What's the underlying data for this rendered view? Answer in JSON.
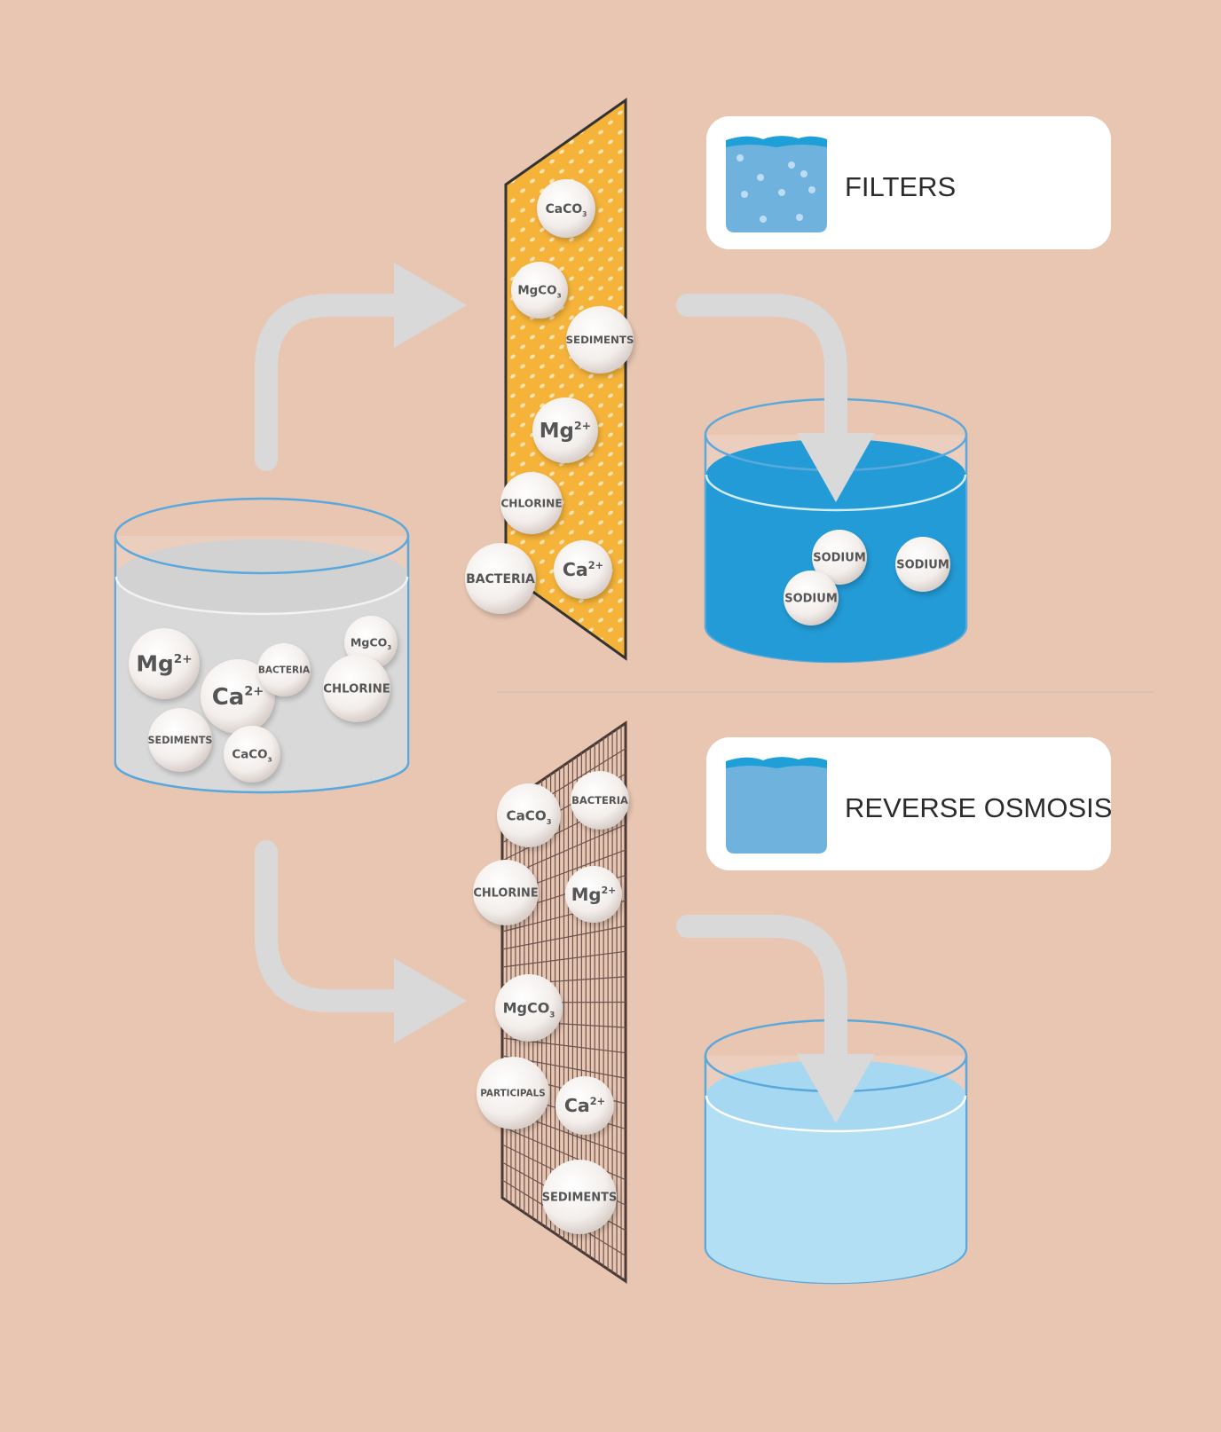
{
  "colors": {
    "background": "#e8c6b2",
    "arrow": "#d9d9d9",
    "filter_orange": "#f5b33a",
    "water_filtered": "#239bd6",
    "water_ro": "#b3dff5",
    "water_source": "#d9d9d9",
    "legend_water": "#6fb2de",
    "legend_water_top": "#1e9fd8",
    "glass_outline": "#5aa8dc",
    "particle": "#f4efec"
  },
  "legend": {
    "filters": {
      "label": "FILTERS",
      "icon": "filter-water-icon"
    },
    "reverse_osmosis": {
      "label": "REVERSE OSMOSIS",
      "icon": "ro-water-icon"
    }
  },
  "source_glass": {
    "particles": [
      {
        "base": "Mg",
        "sup": "2+",
        "sub": ""
      },
      {
        "base": "Ca",
        "sup": "2+",
        "sub": ""
      },
      {
        "base": "BACTERIA",
        "sup": "",
        "sub": ""
      },
      {
        "base": "MgCO",
        "sup": "",
        "sub": "3"
      },
      {
        "base": "CHLORINE",
        "sup": "",
        "sub": ""
      },
      {
        "base": "SEDIMENTS",
        "sup": "",
        "sub": ""
      },
      {
        "base": "CaCO",
        "sup": "",
        "sub": "3"
      }
    ]
  },
  "filter_panel": {
    "particles": [
      {
        "base": "CaCO",
        "sup": "",
        "sub": "3"
      },
      {
        "base": "MgCO",
        "sup": "",
        "sub": "3"
      },
      {
        "base": "SEDIMENTS",
        "sup": "",
        "sub": ""
      },
      {
        "base": "Mg",
        "sup": "2+",
        "sub": ""
      },
      {
        "base": "CHLORINE",
        "sup": "",
        "sub": ""
      },
      {
        "base": "BACTERIA",
        "sup": "",
        "sub": ""
      },
      {
        "base": "Ca",
        "sup": "2+",
        "sub": ""
      }
    ]
  },
  "filtered_glass": {
    "particles": [
      {
        "base": "SODIUM",
        "sup": "",
        "sub": ""
      },
      {
        "base": "SODIUM",
        "sup": "",
        "sub": ""
      },
      {
        "base": "SODIUM",
        "sup": "",
        "sub": ""
      }
    ]
  },
  "ro_membrane": {
    "particles": [
      {
        "base": "CaCO",
        "sup": "",
        "sub": "3"
      },
      {
        "base": "BACTERIA",
        "sup": "",
        "sub": ""
      },
      {
        "base": "CHLORINE",
        "sup": "",
        "sub": ""
      },
      {
        "base": "Mg",
        "sup": "2+",
        "sub": ""
      },
      {
        "base": "MgCO",
        "sup": "",
        "sub": "3"
      },
      {
        "base": "PARTICIPALS",
        "sup": "",
        "sub": ""
      },
      {
        "base": "Ca",
        "sup": "2+",
        "sub": ""
      },
      {
        "base": "SEDIMENTS",
        "sup": "",
        "sub": ""
      }
    ]
  }
}
